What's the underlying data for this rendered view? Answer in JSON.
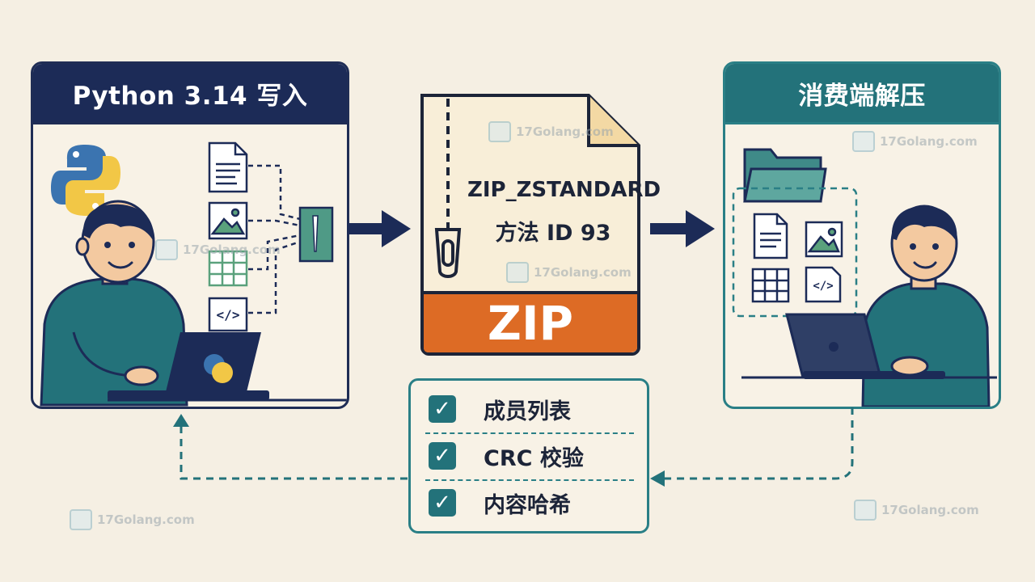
{
  "left_panel": {
    "title": "Python 3.14 写入"
  },
  "right_panel": {
    "title": "消费端解压"
  },
  "zip_file": {
    "method": "ZIP_ZSTANDARD",
    "method_id": "方法 ID 93",
    "label": "ZIP"
  },
  "checks": [
    {
      "label": "成员列表",
      "checked": true
    },
    {
      "label": "CRC 校验",
      "checked": true
    },
    {
      "label": "内容哈希",
      "checked": true
    }
  ],
  "watermark": {
    "text": "17Golang.com"
  },
  "icons": {
    "check": "✓",
    "code": "</>"
  },
  "colors": {
    "navy": "#1c2b57",
    "teal": "#23727a",
    "orange": "#dd6b25",
    "python_blue": "#3b74b0",
    "python_yellow": "#f2c746"
  }
}
